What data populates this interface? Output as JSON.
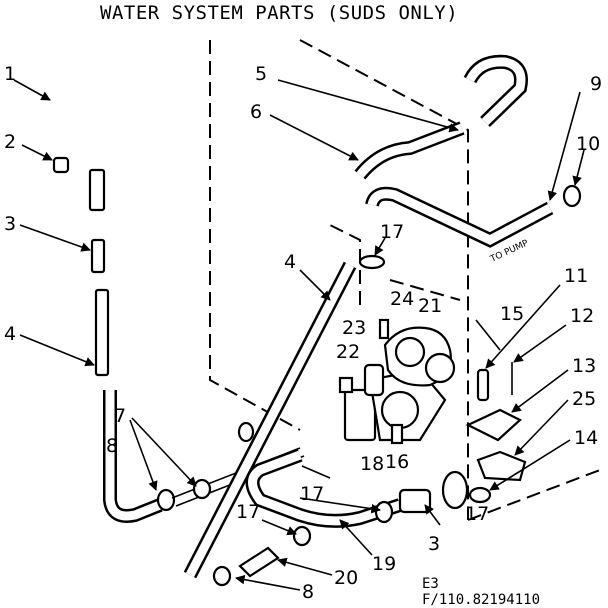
{
  "title": "WATER SYSTEM PARTS (SUDS ONLY)",
  "callouts": {
    "c1": "1",
    "c2": "2",
    "c3a": "3",
    "c3b": "3",
    "c4a": "4",
    "c4b": "4",
    "c5": "5",
    "c6": "6",
    "c7": "7",
    "c8a": "8",
    "c8b": "8",
    "c9": "9",
    "c10": "10",
    "c11": "11",
    "c12": "12",
    "c13": "13",
    "c14": "14",
    "c15": "15",
    "c16": "16",
    "c17a": "17",
    "c17b": "17",
    "c17c": "17",
    "c17d": "17",
    "c18": "18",
    "c19": "19",
    "c20": "20",
    "c21": "21",
    "c22": "22",
    "c23": "23",
    "c24": "24",
    "c25": "25"
  },
  "hose_label": "TO PUMP",
  "footer": {
    "line1": "E3",
    "line2": "F/110.82194110"
  }
}
